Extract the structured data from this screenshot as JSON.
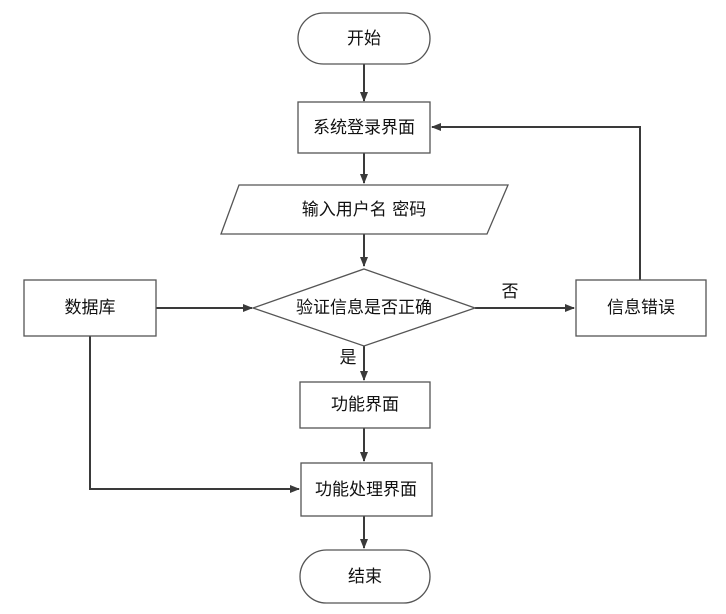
{
  "nodes": {
    "start": "开始",
    "login_page": "系统登录界面",
    "input_credentials": "输入用户名 密码",
    "verify_decision": "验证信息是否正确",
    "database": "数据库",
    "info_error": "信息错误",
    "function_page": "功能界面",
    "function_processing_page": "功能处理界面",
    "end": "结束"
  },
  "edge_labels": {
    "no": "否",
    "yes": "是"
  }
}
